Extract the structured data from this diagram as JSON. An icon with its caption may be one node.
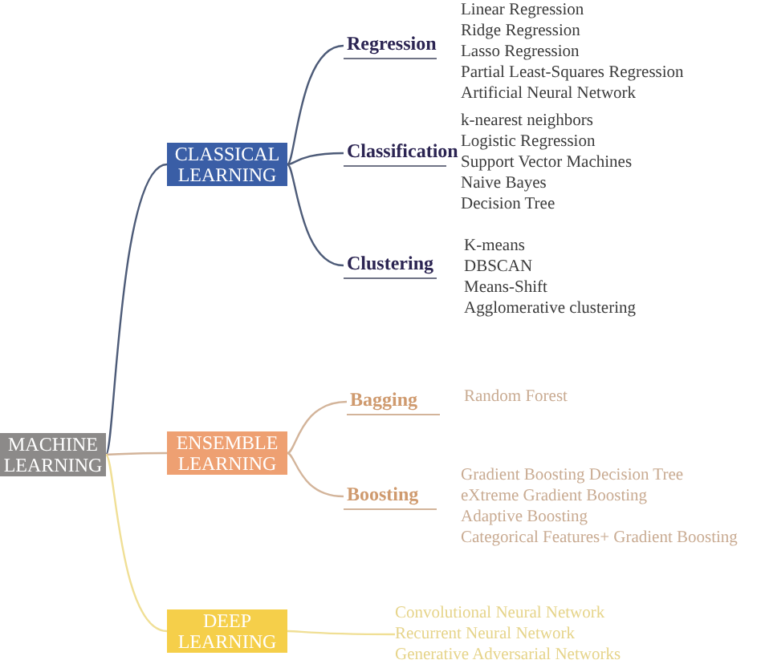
{
  "diagram": {
    "nodes": [
      {
        "text": [
          "MACHINE LEARNING"
        ]
      },
      {
        "text": [
          "CLASSICAL LEARNING"
        ]
      },
      {
        "text": [
          "Regression"
        ],
        "beside": [
          "Linear Regression",
          "Ridge Regression",
          "Lasso Regression",
          "Partial Least-Squares Regression",
          "Artificial Neural Network"
        ]
      },
      {
        "text": [
          "Classification"
        ],
        "beside": [
          "k-nearest neighbors",
          "Logistic Regression",
          "Support Vector Machines",
          "Naive Bayes",
          "Decision Tree"
        ]
      },
      {
        "text": [
          "Clustering"
        ],
        "beside": [
          "K-means",
          "DBSCAN",
          "Means-Shift",
          "Agglomerative clustering"
        ]
      },
      {
        "text": [
          "ENSEMBLE LEARNING"
        ]
      },
      {
        "text": [
          "Bagging"
        ],
        "beside": [
          "Random Forest"
        ]
      },
      {
        "text": [
          "Boosting"
        ],
        "beside": [
          "Gradient Boosting Decision Tree",
          "eXtreme Gradient Boosting",
          "Adaptive Boosting",
          "Categorical Features+ Gradient Boosting"
        ]
      },
      {
        "text": [
          "DEEP LEARNING"
        ]
      },
      {
        "text": [
          "Convolutional Neural Network",
          "Recurrent Neural Network",
          "Generative Adversarial Networks"
        ]
      }
    ],
    "edges": [
      {
        "from": 0,
        "to": 1,
        "arrow": "none"
      },
      {
        "from": 1,
        "to": 2,
        "arrow": "none"
      },
      {
        "from": 1,
        "to": 3,
        "arrow": "none"
      },
      {
        "from": 1,
        "to": 4,
        "arrow": "none"
      },
      {
        "from": 0,
        "to": 5,
        "arrow": "none",
        "color": "#d3b49a"
      },
      {
        "from": 5,
        "to": 6,
        "arrow": "none",
        "color": "#d3b49a"
      },
      {
        "from": 5,
        "to": 7,
        "arrow": "none",
        "color": "#d3b49a"
      },
      {
        "from": 0,
        "to": 8,
        "arrow": "none",
        "color": "#f0df95"
      },
      {
        "from": 8,
        "to": 9,
        "arrow": "none",
        "color": "#f0df95"
      }
    ]
  }
}
